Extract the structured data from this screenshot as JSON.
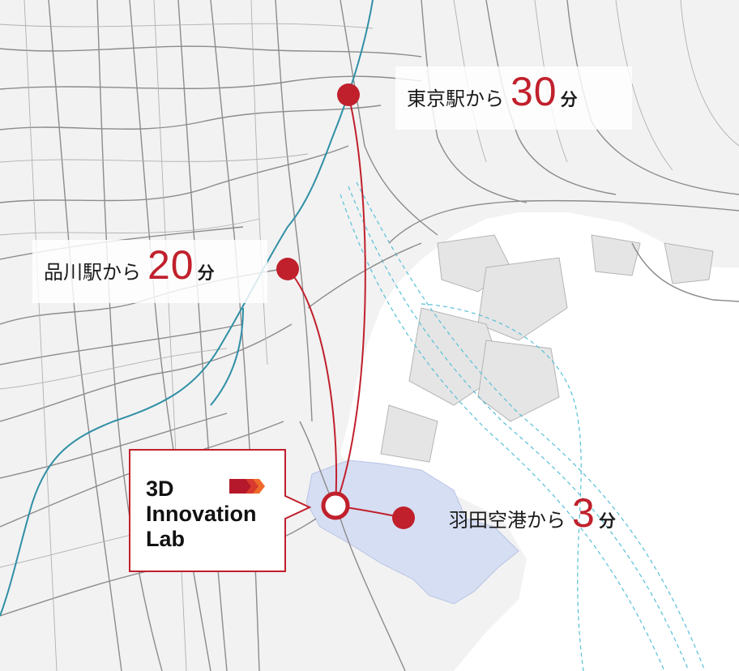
{
  "labels": {
    "tokyo": {
      "prefix": "東京駅から",
      "value": "30",
      "unit": "分"
    },
    "shinagawa": {
      "prefix": "品川駅から",
      "value": "20",
      "unit": "分"
    },
    "haneda": {
      "prefix": "羽田空港から",
      "value": "3",
      "unit": "分"
    }
  },
  "lab": {
    "line1": "3D",
    "line2": "Innovation",
    "line3": "Lab"
  },
  "colors": {
    "accent": "#c0202c",
    "land": "#f4f4f4",
    "water": "#ffffff",
    "road": "#8c8c8c",
    "rail": "#3aa6b8",
    "airport": "#d6def3"
  },
  "icons": {
    "station_marker": "filled-red-circle",
    "lab_marker": "red-ring",
    "logo": "red-chevron-stripes"
  }
}
